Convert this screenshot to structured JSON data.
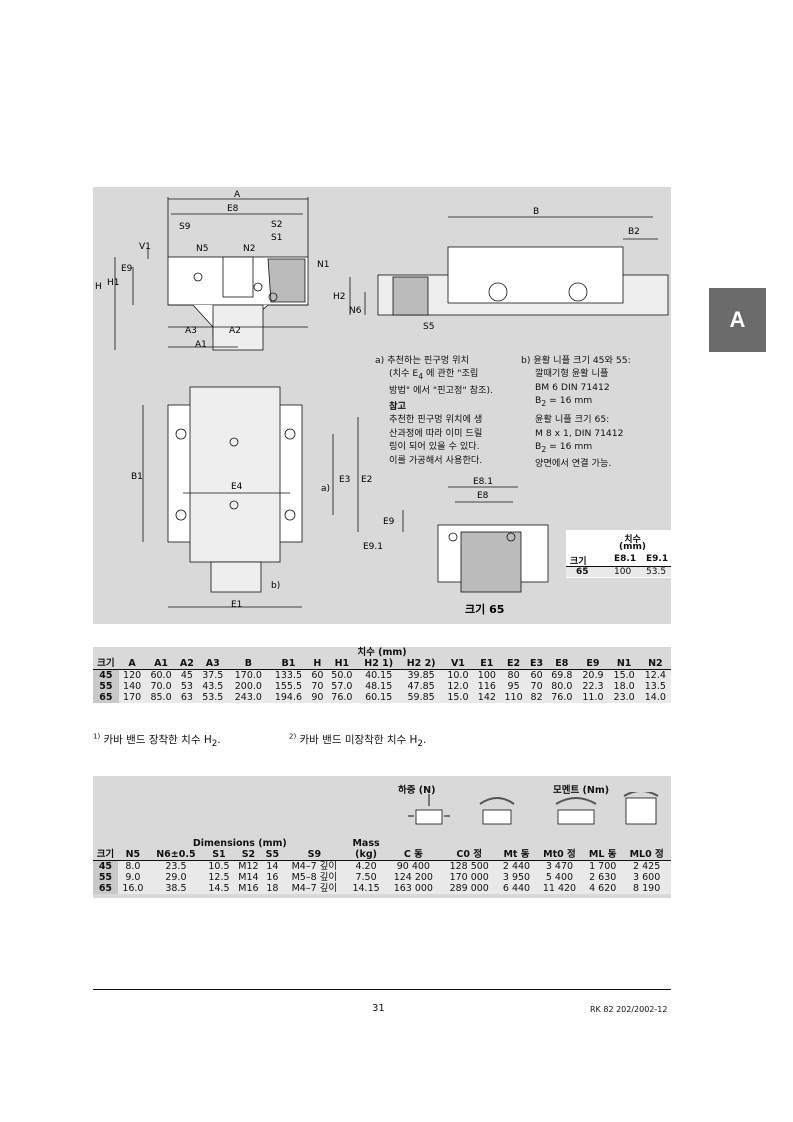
{
  "side_tab": "A",
  "drawing": {
    "labels_top": [
      "A",
      "E8",
      "S9",
      "S2",
      "S1",
      "N5",
      "N2",
      "V1",
      "E9",
      "H",
      "H1",
      "N1",
      "A3",
      "A2",
      "A1"
    ],
    "labels_side": [
      "B",
      "B2",
      "H2",
      "N6",
      "S5"
    ],
    "labels_plan": [
      "B1",
      "E4",
      "E3",
      "E2",
      "E1",
      "a)",
      "b)"
    ],
    "labels_small": [
      "E8.1",
      "E8",
      "E9",
      "E9.1"
    ],
    "small_caption": "크기 65"
  },
  "notes": {
    "a_title": "a) 추천하는 핀구멍 위치",
    "a_l2": "(치수 E",
    "a_l2sub": "4",
    "a_l2b": " 에 관한 \"조립",
    "a_l3": "방법\" 에서 \"핀고정\" 참조).",
    "ref_title": "참고",
    "ref_l1": "추천한 핀구멍 위치에 생",
    "ref_l2": "산과정에 따라 이미 드릴",
    "ref_l3": "링이 되어 있을 수 있다.",
    "ref_l4": "이를 가공해서 사용한다.",
    "b_title": "b) 윤활 니플 크기 45와 55:",
    "b_l2": "깔때기형 윤활 니플",
    "b_l3": "BM 6 DIN 71412",
    "b_l4": "B",
    "b_l4sub": "2",
    "b_l4b": " = 16 mm",
    "b_l5": "윤활 니플 크기 65:",
    "b_l6": "M 8 x 1, DIN 71412",
    "b_l7": "B",
    "b_l7sub": "2",
    "b_l7b": " = 16 mm",
    "b_l8": "양면에서 연결 가능."
  },
  "small_table": {
    "title": "치수",
    "unit": "(mm)",
    "h_size": "크기",
    "h_e81": "E8.1",
    "h_e91": "E9.1",
    "size": "65",
    "e81": "100",
    "e91": "53.5"
  },
  "table1": {
    "group_title": "치수 (mm)",
    "headers": [
      "크기",
      "A",
      "A1",
      "A2",
      "A3",
      "B",
      "B1",
      "H",
      "H1",
      "H2 1)",
      "H2 2)",
      "V1",
      "E1",
      "E2",
      "E3",
      "E8",
      "E9",
      "N1",
      "N2"
    ],
    "rows": [
      [
        "45",
        "120",
        "60.0",
        "45",
        "37.5",
        "170.0",
        "133.5",
        "60",
        "50.0",
        "40.15",
        "39.85",
        "10.0",
        "100",
        "80",
        "60",
        "69.8",
        "20.9",
        "15.0",
        "12.4"
      ],
      [
        "55",
        "140",
        "70.0",
        "53",
        "43.5",
        "200.0",
        "155.5",
        "70",
        "57.0",
        "48.15",
        "47.85",
        "12.0",
        "116",
        "95",
        "70",
        "80.0",
        "22.3",
        "18.0",
        "13.5"
      ],
      [
        "65",
        "170",
        "85.0",
        "63",
        "53.5",
        "243.0",
        "194.6",
        "90",
        "76.0",
        "60.15",
        "59.85",
        "15.0",
        "142",
        "110",
        "82",
        "76.0",
        "11.0",
        "23.0",
        "14.0"
      ]
    ]
  },
  "footnotes": {
    "f1_mark": "1)",
    "f1": " 카바 밴드 장착한 치수 H",
    "f1_sub": "2",
    "f1_end": ".",
    "f2_mark": "2)",
    "f2": " 카바 밴드 미장착한 치수 H",
    "f2_sub": "2",
    "f2_end": "."
  },
  "table2": {
    "load_title": "하중 (N)",
    "moment_title": "모멘트 (Nm)",
    "dims_title": "Dimensions (mm)",
    "mass_title": "Mass",
    "headers": [
      "크기",
      "N5",
      "N6±0.5",
      "S1",
      "S2",
      "S5",
      "S9",
      "(kg)",
      "C 동",
      "C0 정",
      "Mt 동",
      "Mt0 정",
      "ML 동",
      "ML0 정"
    ],
    "rows": [
      [
        "45",
        "8.0",
        "23.5",
        "10.5",
        "M12",
        "14",
        "M4–7 깊이",
        "4.20",
        "90 400",
        "128 500",
        "2 440",
        "3 470",
        "1 700",
        "2 425"
      ],
      [
        "55",
        "9.0",
        "29.0",
        "12.5",
        "M14",
        "16",
        "M5–8 깊이",
        "7.50",
        "124 200",
        "170 000",
        "3 950",
        "5 400",
        "2 630",
        "3 600"
      ],
      [
        "65",
        "16.0",
        "38.5",
        "14.5",
        "M16",
        "18",
        "M4–7 깊이",
        "14.15",
        "163 000",
        "289 000",
        "6 440",
        "11 420",
        "4 620",
        "8 190"
      ]
    ]
  },
  "footer": {
    "page": "31",
    "ref": "RK 82 202/2002-12"
  }
}
